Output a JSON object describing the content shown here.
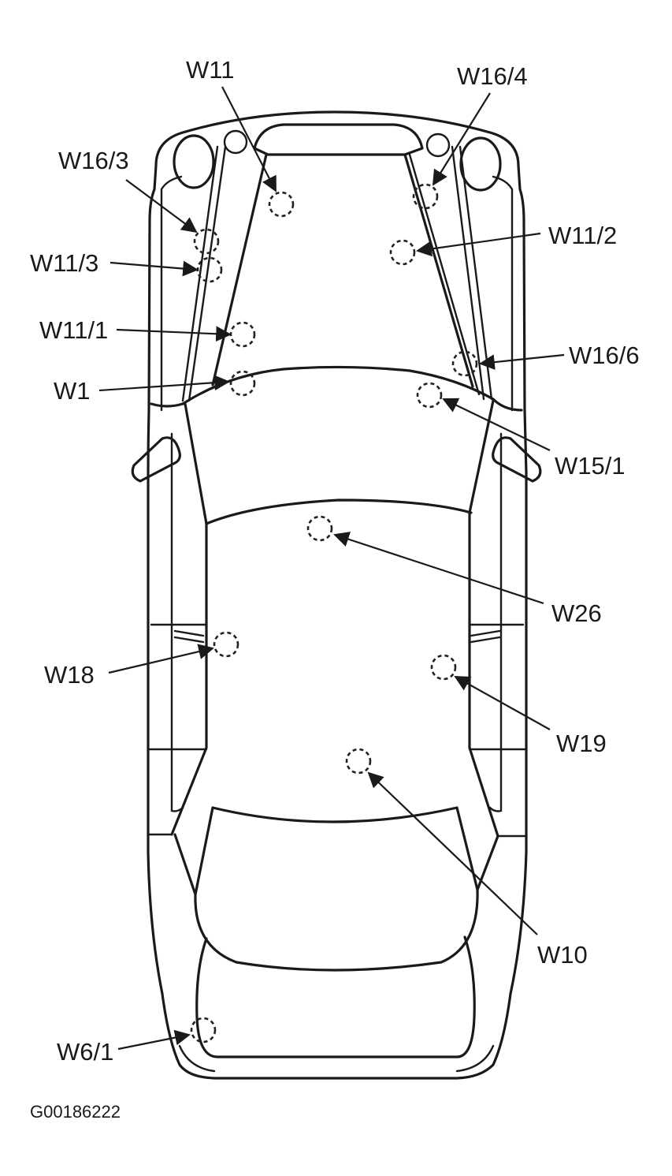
{
  "diagram": {
    "labels": {
      "w11": "W11",
      "w16_4": "W16/4",
      "w16_3": "W16/3",
      "w11_2": "W11/2",
      "w11_3": "W11/3",
      "w11_1": "W11/1",
      "w16_6": "W16/6",
      "w1": "W1",
      "w15_1": "W15/1",
      "w26": "W26",
      "w18": "W18",
      "w19": "W19",
      "w10": "W10",
      "w6_1": "W6/1"
    },
    "figure_code": "G00186222",
    "colors": {
      "line": "#1a1a1a",
      "background": "#ffffff"
    }
  }
}
